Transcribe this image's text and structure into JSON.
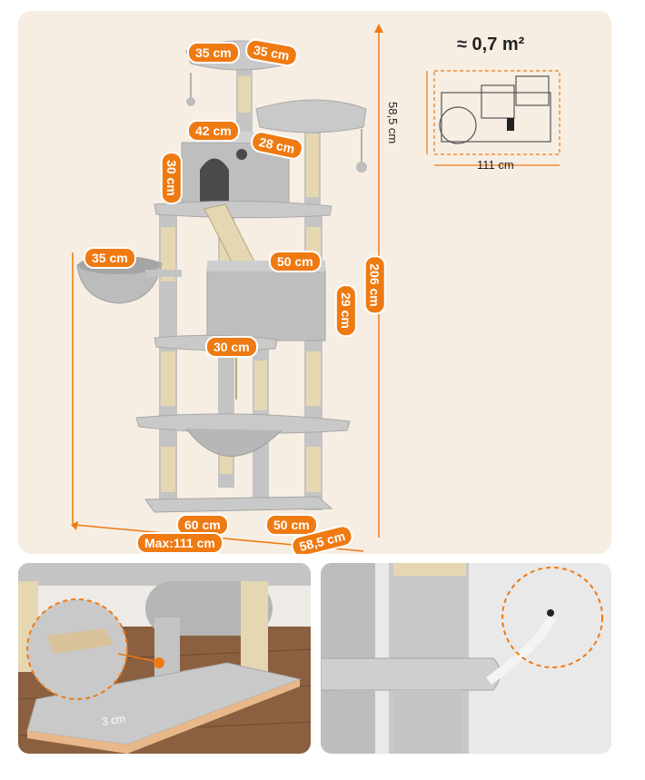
{
  "dimensions": {
    "top_left": "35 cm",
    "top_right": "35 cm",
    "house_width": "42 cm",
    "house_depth": "28 cm",
    "house_height": "30 cm",
    "basket": "35 cm",
    "condo_width": "50 cm",
    "condo_height": "29 cm",
    "mid_platform": "30 cm",
    "base_width": "60 cm",
    "base_depth": "50 cm",
    "max_width": "Max:111 cm",
    "total_depth": "58,5 cm",
    "total_height": "206 cm"
  },
  "footprint": {
    "area": "≈ 0,7 m²",
    "depth": "58,5 cm",
    "width": "111 cm"
  },
  "detail": {
    "board_thickness": "3 cm"
  },
  "colors": {
    "accent": "#ef7a12",
    "background": "#f7eee3",
    "plush": "#b9b9b9",
    "sisal": "#e6d7b3"
  }
}
